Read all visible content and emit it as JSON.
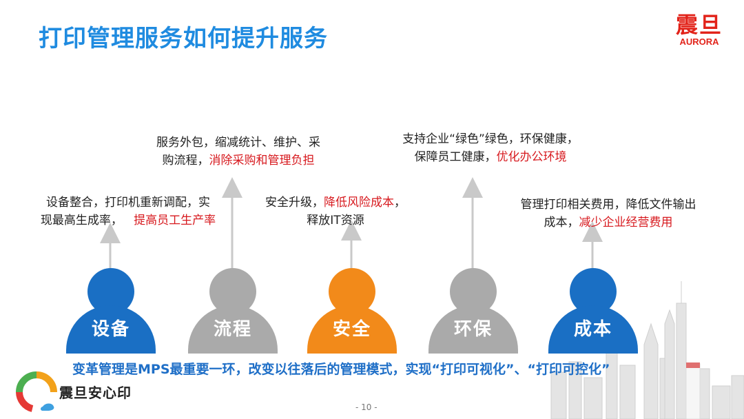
{
  "slide": {
    "title": "打印管理服务如何提升服务",
    "page_number": "- 10 -",
    "bottom_statement": "变革管理是MPS最重要一环，改变以往落后的管理模式，实现“打印可视化”、“打印可控化”"
  },
  "logo": {
    "cn": "震旦",
    "en": "AURORA"
  },
  "brand": {
    "name": "震旦安心印"
  },
  "colors": {
    "blue": "#1a6fc4",
    "gray": "#aaaaaa",
    "orange": "#f28a1a",
    "title": "#1f8be0",
    "highlight": "#d7191e"
  },
  "figures": [
    {
      "label": "设备",
      "color": "blue",
      "caption": {
        "line1": "设备整合，打印机重新调配，实",
        "line2_plain": "现最高生成率，",
        "line2_highlight": "提高员工生产率"
      }
    },
    {
      "label": "流程",
      "color": "gray",
      "caption": {
        "line1": "服务外包，缩减统计、维护、采",
        "line2_plain": "购流程，",
        "line2_highlight": "消除采购和管理负担"
      }
    },
    {
      "label": "安全",
      "color": "orange",
      "caption": {
        "line1_plain": "安全升级，",
        "line1_highlight": "降低风险成本",
        "line1_tail": "，",
        "line2": "释放IT资源"
      }
    },
    {
      "label": "环保",
      "color": "gray",
      "caption": {
        "line1": "支持企业“绿色”绿色，环保健康，",
        "line2_plain": "保障员工健康，",
        "line2_highlight": "优化办公环境"
      }
    },
    {
      "label": "成本",
      "color": "blue",
      "caption": {
        "line1": "管理打印相关费用，降低文件输出",
        "line2_plain": "成本，",
        "line2_highlight": "减少企业经营费用"
      }
    }
  ]
}
